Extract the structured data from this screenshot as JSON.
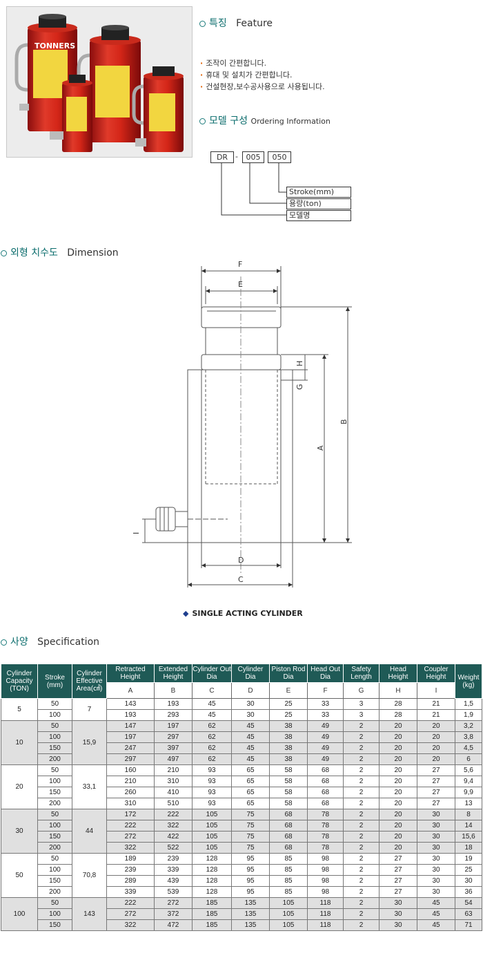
{
  "photo": {
    "brand": "TONNERS",
    "label": "TONNERS"
  },
  "feature": {
    "title_ko": "특징",
    "title_en": "Feature",
    "items": [
      "조작이 간편합니다.",
      "휴대 및 설치가 간편합니다.",
      "건설현장,보수공사용으로 사용됩니다."
    ]
  },
  "ordering": {
    "title_ko": "모델 구성",
    "title_en": "Ordering Information",
    "codes": [
      "DR",
      "005",
      "050"
    ],
    "sep": "-",
    "labels": [
      "Stroke(mm)",
      "용량(ton)",
      "모델명"
    ]
  },
  "dimension": {
    "title_ko": "외형 치수도",
    "title_en": "Dimension",
    "letters": {
      "F": "F",
      "E": "E",
      "H": "H",
      "G": "G",
      "B": "B",
      "A": "A",
      "I": "I",
      "D": "D",
      "C": "C"
    },
    "caption": "SINGLE ACTING CYLINDER"
  },
  "spec": {
    "title_ko": "사양",
    "title_en": "Specification",
    "headers": [
      "Cylinder Capacity (TON)",
      "Stroke (mm)",
      "Cylinder Effective Area(㎠)",
      "Retracted Height",
      "Extended Height",
      "Cylinder Out Dia",
      "Cylinder Dia",
      "Piston Rod Dia",
      "Head Out Dia",
      "Safety Length",
      "Head Height",
      "Coupler Height",
      "Weight (kg)"
    ],
    "subheaders": [
      "A",
      "B",
      "C",
      "D",
      "E",
      "F",
      "G",
      "H",
      "I"
    ],
    "groups": [
      {
        "cap": "5",
        "area": "7",
        "rows": [
          [
            "50",
            "143",
            "193",
            "45",
            "30",
            "25",
            "33",
            "3",
            "28",
            "21",
            "1,5"
          ],
          [
            "100",
            "193",
            "293",
            "45",
            "30",
            "25",
            "33",
            "3",
            "28",
            "21",
            "1,9"
          ]
        ]
      },
      {
        "cap": "10",
        "area": "15,9",
        "rows": [
          [
            "50",
            "147",
            "197",
            "62",
            "45",
            "38",
            "49",
            "2",
            "20",
            "20",
            "3,2"
          ],
          [
            "100",
            "197",
            "297",
            "62",
            "45",
            "38",
            "49",
            "2",
            "20",
            "20",
            "3,8"
          ],
          [
            "150",
            "247",
            "397",
            "62",
            "45",
            "38",
            "49",
            "2",
            "20",
            "20",
            "4,5"
          ],
          [
            "200",
            "297",
            "497",
            "62",
            "45",
            "38",
            "49",
            "2",
            "20",
            "20",
            "6"
          ]
        ]
      },
      {
        "cap": "20",
        "area": "33,1",
        "rows": [
          [
            "50",
            "160",
            "210",
            "93",
            "65",
            "58",
            "68",
            "2",
            "20",
            "27",
            "5,6"
          ],
          [
            "100",
            "210",
            "310",
            "93",
            "65",
            "58",
            "68",
            "2",
            "20",
            "27",
            "9,4"
          ],
          [
            "150",
            "260",
            "410",
            "93",
            "65",
            "58",
            "68",
            "2",
            "20",
            "27",
            "9,9"
          ],
          [
            "200",
            "310",
            "510",
            "93",
            "65",
            "58",
            "68",
            "2",
            "20",
            "27",
            "13"
          ]
        ]
      },
      {
        "cap": "30",
        "area": "44",
        "rows": [
          [
            "50",
            "172",
            "222",
            "105",
            "75",
            "68",
            "78",
            "2",
            "20",
            "30",
            "8"
          ],
          [
            "100",
            "222",
            "322",
            "105",
            "75",
            "68",
            "78",
            "2",
            "20",
            "30",
            "14"
          ],
          [
            "150",
            "272",
            "422",
            "105",
            "75",
            "68",
            "78",
            "2",
            "20",
            "30",
            "15,6"
          ],
          [
            "200",
            "322",
            "522",
            "105",
            "75",
            "68",
            "78",
            "2",
            "20",
            "30",
            "18"
          ]
        ]
      },
      {
        "cap": "50",
        "area": "70,8",
        "rows": [
          [
            "50",
            "189",
            "239",
            "128",
            "95",
            "85",
            "98",
            "2",
            "27",
            "30",
            "19"
          ],
          [
            "100",
            "239",
            "339",
            "128",
            "95",
            "85",
            "98",
            "2",
            "27",
            "30",
            "25"
          ],
          [
            "150",
            "289",
            "439",
            "128",
            "95",
            "85",
            "98",
            "2",
            "27",
            "30",
            "30"
          ],
          [
            "200",
            "339",
            "539",
            "128",
            "95",
            "85",
            "98",
            "2",
            "27",
            "30",
            "36"
          ]
        ]
      },
      {
        "cap": "100",
        "area": "143",
        "rows": [
          [
            "50",
            "222",
            "272",
            "185",
            "135",
            "105",
            "118",
            "2",
            "30",
            "45",
            "54"
          ],
          [
            "100",
            "272",
            "372",
            "185",
            "135",
            "105",
            "118",
            "2",
            "30",
            "45",
            "63"
          ],
          [
            "150",
            "322",
            "472",
            "185",
            "135",
            "105",
            "118",
            "2",
            "30",
            "45",
            "71"
          ]
        ]
      }
    ]
  }
}
